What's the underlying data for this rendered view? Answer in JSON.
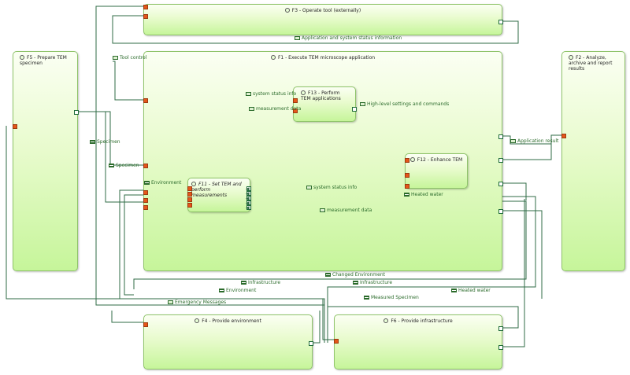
{
  "functions": {
    "f1": "F1 - Execute TEM microscope application",
    "f2": "F2 - Analyze, archive and report results",
    "f3": "F3 - Operate tool (externally)",
    "f4": "F4 - Provide environment",
    "f5": "F5 - Prepare TEM specimen",
    "f6": "F6 - Provide infrastructure",
    "f11": "F11 - Set TEM and perform measurements",
    "f12": "F12 - Enhance TEM",
    "f13": "F13 - Perform TEM applications"
  },
  "exchanges": {
    "app_system_status": "Application and system status information",
    "tool_control": "Tool control",
    "specimen_a": "Specimen",
    "specimen_b": "Specimen",
    "environment_inner": "Environment",
    "system_status_top": "system status info",
    "measurement_data_top": "measurement data",
    "high_level_settings": "High-level settings and commands",
    "application_result": "Application result",
    "system_status_mid": "system status info",
    "heated_water_inner": "Heated water",
    "measurement_data_low": "measurement data",
    "changed_environment": "Changed Environment",
    "infrastructure_a": "Infrastructure",
    "infrastructure_b": "Infrastructure",
    "environment_outer": "Environment",
    "measured_specimen": "Measured Specimen",
    "heated_water_outer": "Heated water",
    "emergency_messages": "Emergency Messages"
  },
  "colors": {
    "wire": "#2f6b45",
    "port_in": "#e5561a",
    "port_out": "#ffffff",
    "box_border": "#8fc46a",
    "box_fill_bottom": "#c6f59a"
  }
}
